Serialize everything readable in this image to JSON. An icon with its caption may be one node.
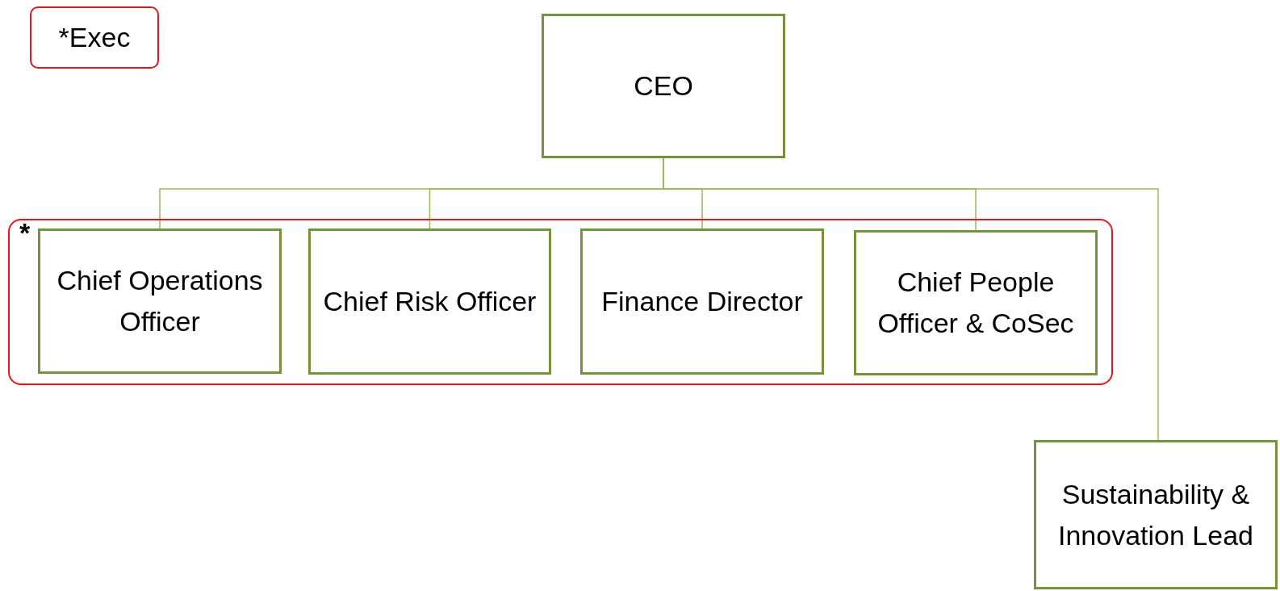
{
  "diagram": {
    "nodes": [
      {
        "text": [
          "*Exec"
        ]
      },
      {
        "text": [
          "CEO"
        ]
      },
      {
        "text": [
          "*"
        ]
      },
      {
        "text": [
          "Chief Operations Officer"
        ],
        "in": 2
      },
      {
        "text": [
          "Chief Risk Officer"
        ],
        "in": 2
      },
      {
        "text": [
          "Finance Director"
        ],
        "in": 2
      },
      {
        "text": [
          "Chief People Officer & CoSec"
        ],
        "in": 2
      },
      {
        "text": [
          "Sustainability & Innovation Lead"
        ]
      }
    ],
    "edges": [
      {
        "from": 1,
        "to": 3,
        "arrow": "none"
      },
      {
        "from": 1,
        "to": 4,
        "arrow": "none"
      },
      {
        "from": 1,
        "to": 5,
        "arrow": "none"
      },
      {
        "from": 1,
        "to": 6,
        "arrow": "none"
      },
      {
        "from": 1,
        "to": 7,
        "arrow": "none"
      }
    ]
  }
}
